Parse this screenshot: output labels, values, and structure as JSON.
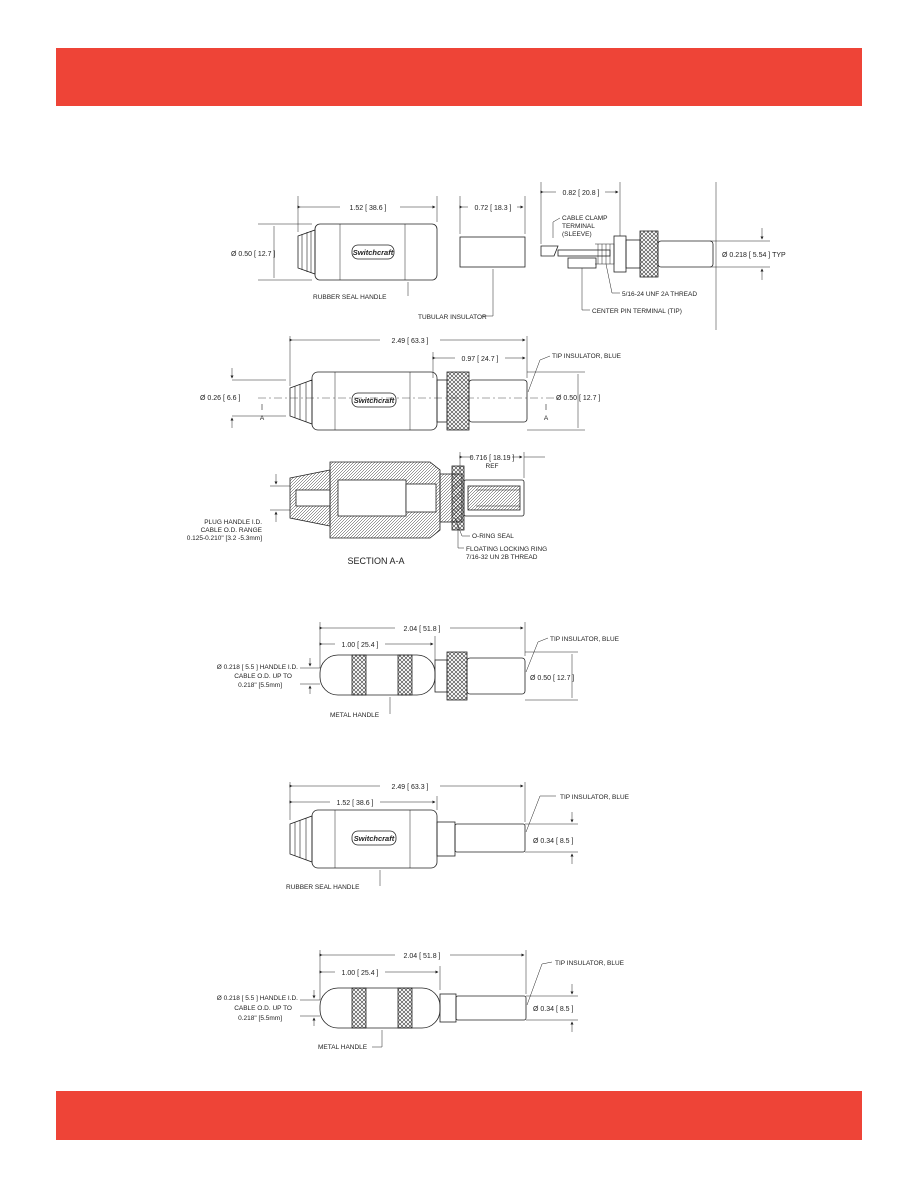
{
  "colors": {
    "band": "#EE4437",
    "line": "#222222",
    "brand": "#444444"
  },
  "brand": "Switchcraft",
  "fig1": {
    "dim_handle": "1.52 [ 38.6 ]",
    "dim_insulator": "0.72 [ 18.3 ]",
    "dim_terminal": "0.82 [ 20.8 ]",
    "dia_handle": "Ø 0.50 [ 12.7 ]",
    "dia_tip": "Ø 0.218 [ 5.54 ] TYP",
    "lbl_rubber": "RUBBER SEAL HANDLE",
    "lbl_tubular": "TUBULAR INSULATOR",
    "lbl_clamp": [
      "CABLE CLAMP",
      "TERMINAL",
      "(SLEEVE)"
    ],
    "lbl_thread": "5/16-24 UNF 2A THREAD",
    "lbl_center": "CENTER PIN TERMINAL (TIP)"
  },
  "fig2": {
    "dim_total": "2.49 [ 63.3 ]",
    "dim_tip": "0.97 [ 24.7 ]",
    "lbl_tip": "TIP INSULATOR, BLUE",
    "dia_left": "Ø 0.26 [ 6.6 ]",
    "dia_right": "Ø 0.50 [ 12.7 ]",
    "section_mark": "A"
  },
  "fig3": {
    "dim_ref": "0.716 [ 18.19 ]",
    "ref": "REF",
    "lbl_plug": [
      "PLUG HANDLE I.D.",
      "CABLE O.D. RANGE",
      "0.125-0.210\" [3.2 -5.3mm]"
    ],
    "lbl_oring": "O-RING SEAL",
    "lbl_floating": [
      "FLOATING LOCKING RING",
      "7/16-32 UN 2B THREAD"
    ],
    "title": "SECTION A-A"
  },
  "fig4": {
    "dim_total": "2.04 [ 51.8 ]",
    "dim_handle": "1.00 [ 25.4 ]",
    "lbl_tip": "TIP INSULATOR, BLUE",
    "lbl_handle_id": [
      "Ø 0.218 [ 5.5 ] HANDLE I.D.",
      "CABLE O.D. UP TO",
      "0.218\" [5.5mm]"
    ],
    "dia_right": "Ø 0.50 [ 12.7 ]",
    "lbl_metal": "METAL HANDLE"
  },
  "fig5": {
    "dim_total": "2.49 [ 63.3 ]",
    "dim_handle": "1.52 [ 38.6 ]",
    "lbl_tip": "TIP INSULATOR, BLUE",
    "dia_right": "Ø 0.34 [ 8.5 ]",
    "lbl_rubber": "RUBBER SEAL HANDLE"
  },
  "fig6": {
    "dim_total": "2.04 [ 51.8 ]",
    "dim_handle": "1.00 [ 25.4 ]",
    "lbl_tip": "TIP INSULATOR, BLUE",
    "lbl_handle_id": [
      "Ø 0.218 [ 5.5 ] HANDLE I.D.",
      "CABLE O.D. UP TO",
      "0.218\" [5.5mm]"
    ],
    "dia_right": "Ø 0.34 [ 8.5 ]",
    "lbl_metal": "METAL HANDLE"
  }
}
